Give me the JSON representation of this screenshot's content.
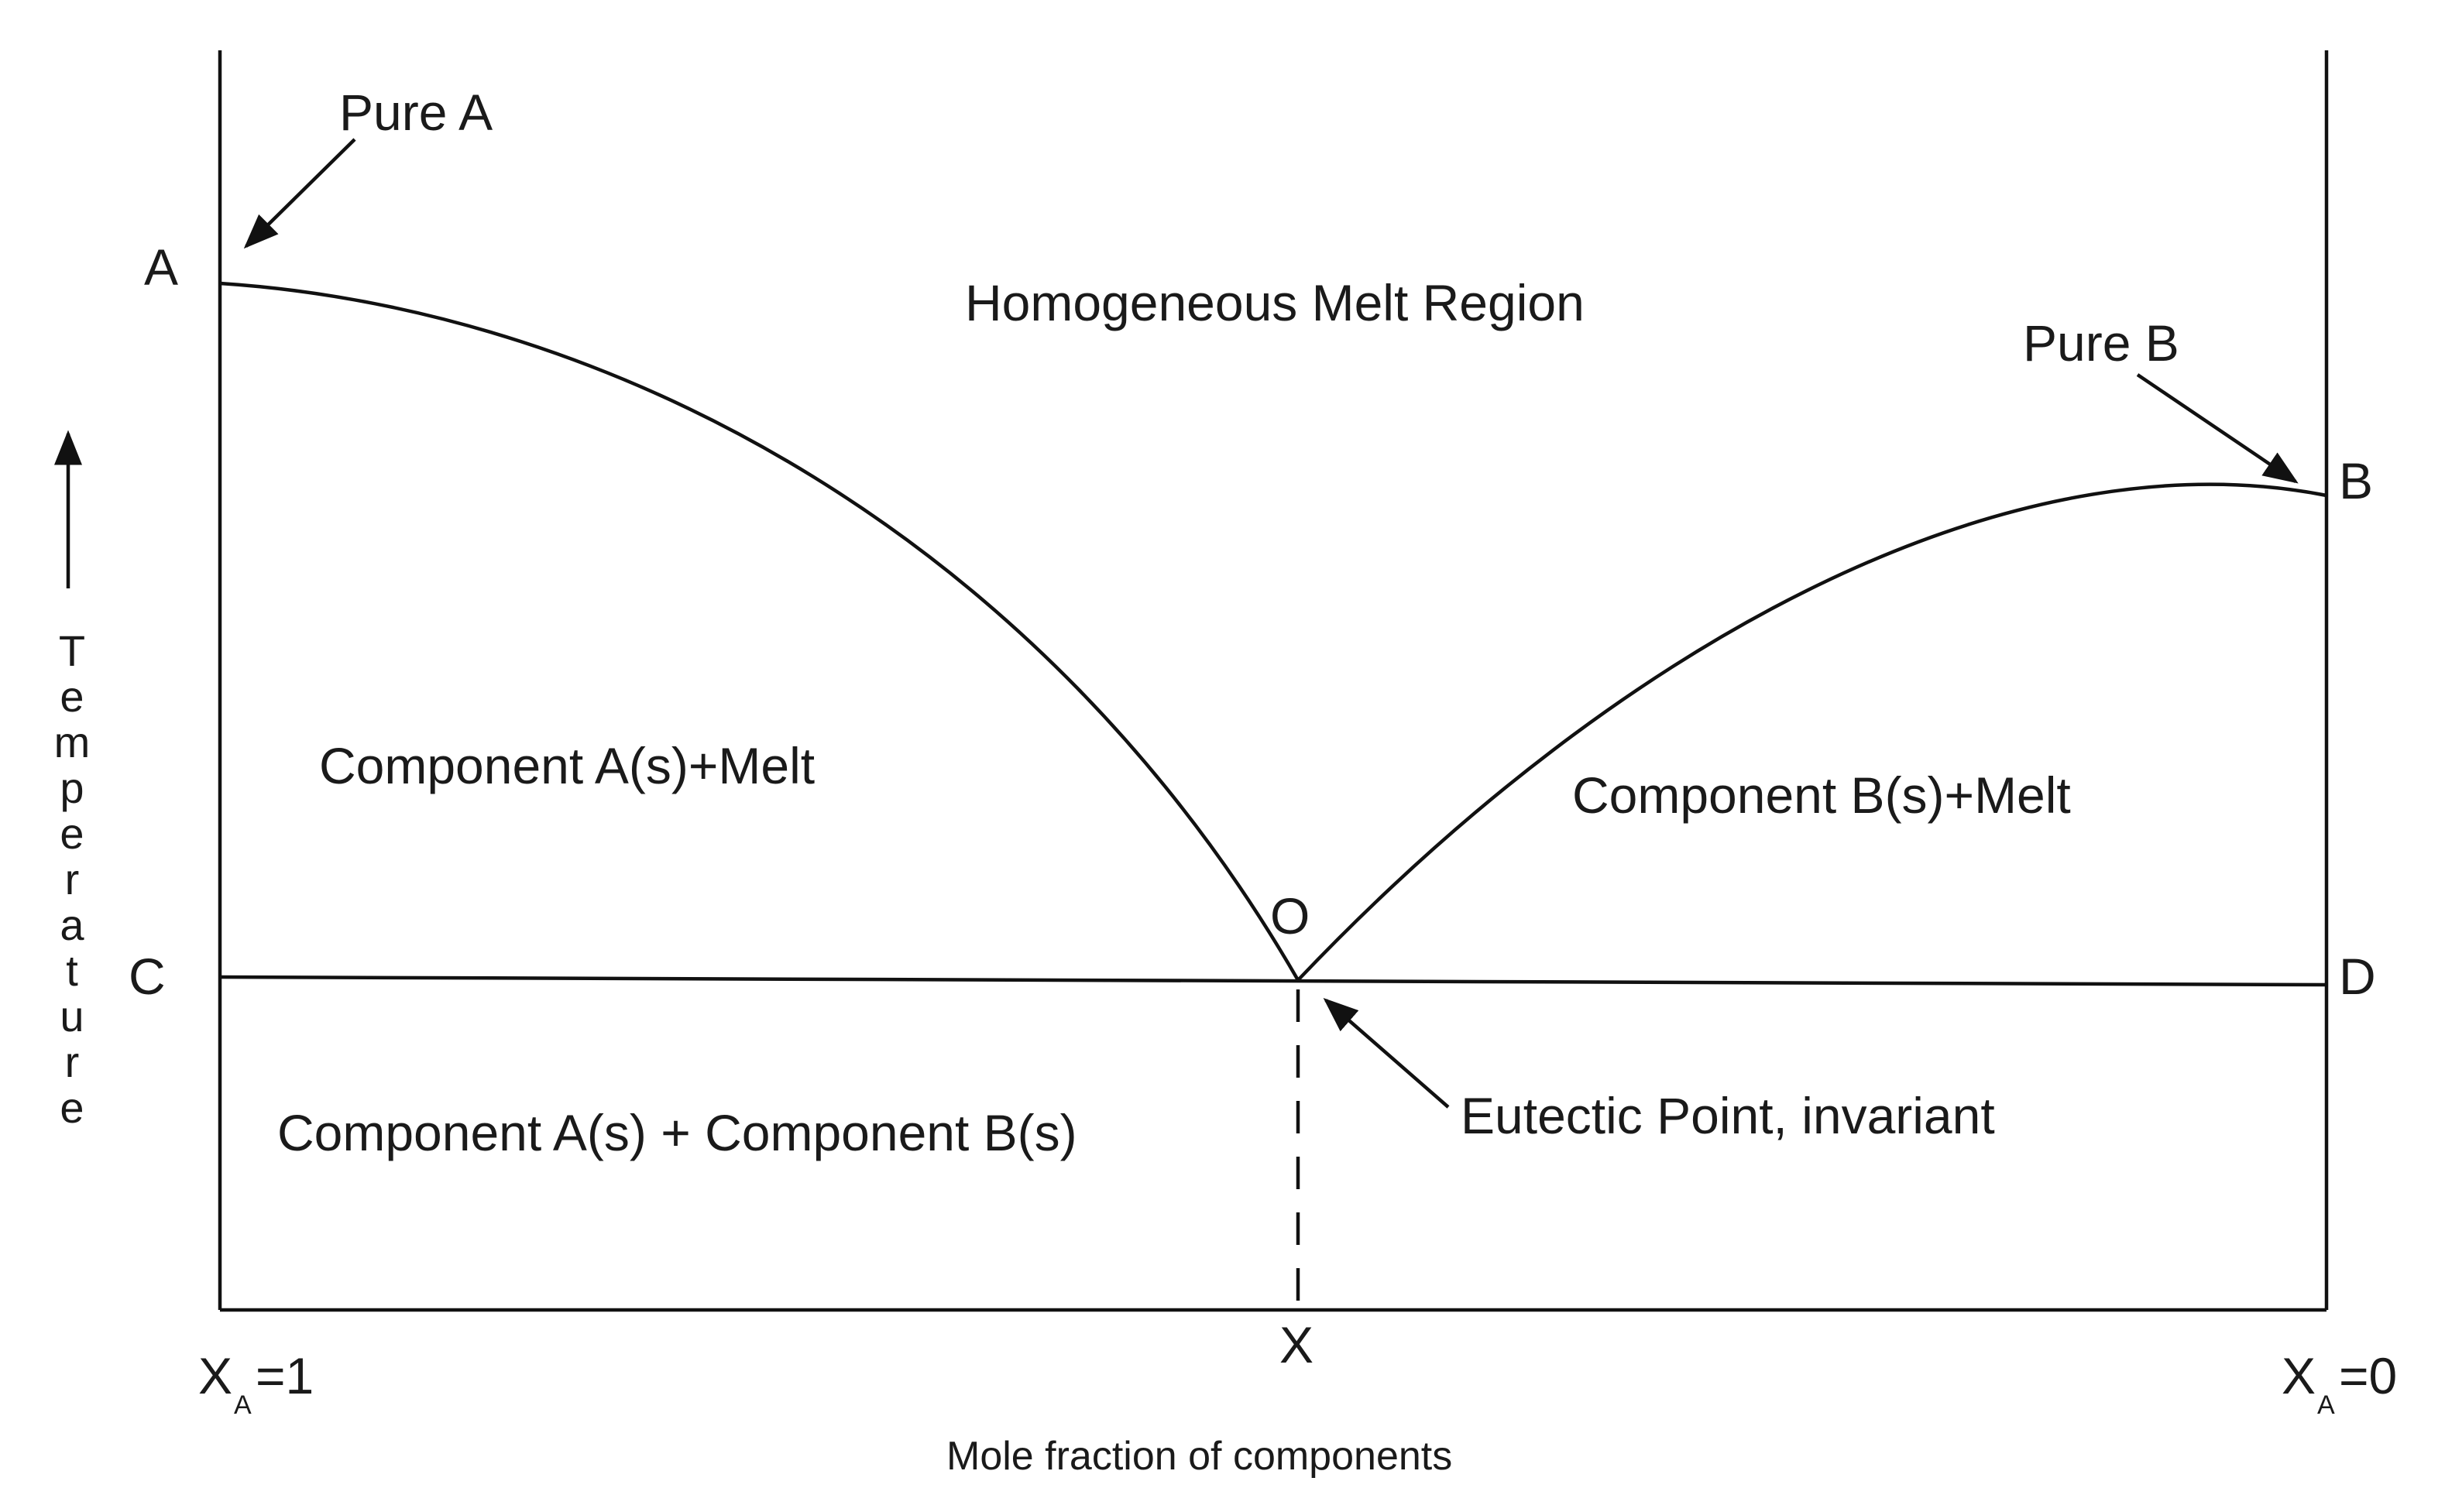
{
  "diagram": {
    "labels": {
      "pure_a": "Pure A",
      "pure_b": "Pure B",
      "point_a": "A",
      "point_b": "B",
      "point_c": "C",
      "point_d": "D",
      "point_o": "O",
      "point_x": "X",
      "homogeneous_melt": "Homogeneous Melt Region",
      "comp_a_melt": "Component A(s)+Melt",
      "comp_b_melt": "Component B(s)+Melt",
      "comp_a_b_solid": "Component A(s) + Component B(s)",
      "eutectic": "Eutectic Point, invariant",
      "xa_left": {
        "main": "X",
        "sub": "A",
        "value": "=1"
      },
      "xa_right": {
        "main": "X",
        "sub": "A",
        "value": "=0"
      },
      "x_axis_title": "Mole fraction of components",
      "y_axis_title": "Temperature"
    },
    "colors": {
      "line": "#111111",
      "text": "#1a1a1a",
      "background": "#ffffff"
    }
  }
}
